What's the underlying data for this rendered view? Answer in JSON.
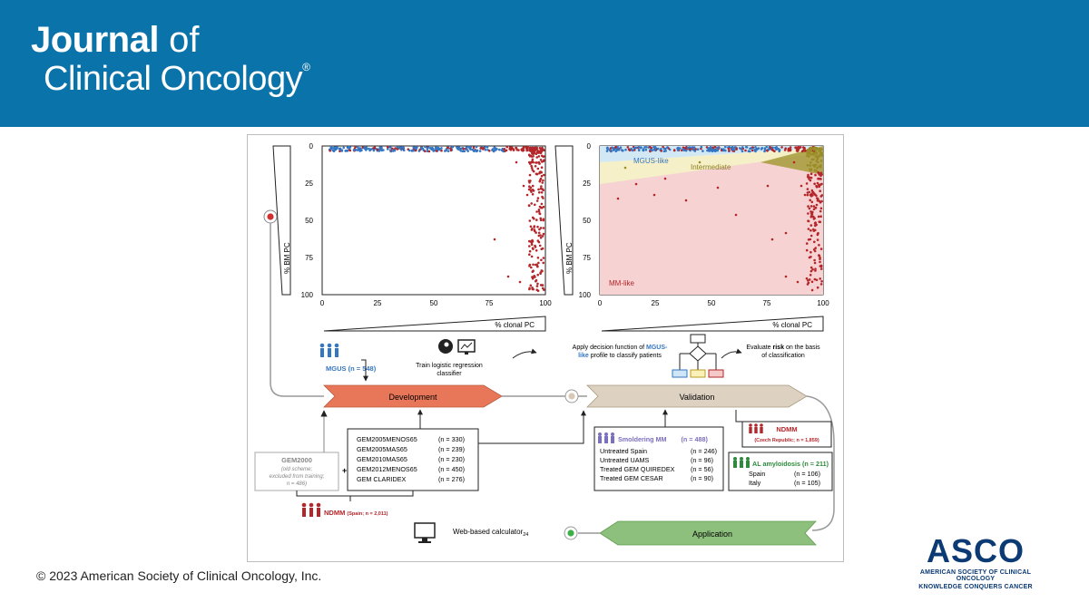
{
  "header": {
    "title_bold": "Journal",
    "title_of": "of",
    "title_line2": "Clinical Oncology",
    "reg_mark": "®",
    "bg_color": "#0a73a9"
  },
  "footer": {
    "copyright": "© 2023 American Society of Clinical Oncology, Inc.",
    "logo_text": "ASCO",
    "logo_line1": "AMERICAN SOCIETY OF CLINICAL ONCOLOGY",
    "logo_line2": "KNOWLEDGE CONQUERS CANCER"
  },
  "figure": {
    "plots": {
      "y_label": "% BM PC",
      "x_label": "% clonal PC",
      "y_ticks": [
        "0",
        "25",
        "50",
        "75",
        "100"
      ],
      "x_ticks": [
        "0",
        "25",
        "50",
        "75",
        "100"
      ],
      "region_mgus": "MGUS-like",
      "region_intermediate": "Intermediate",
      "region_mm": "MM-like"
    },
    "train_text_1": "Train logistic regression",
    "train_text_2": "classifier",
    "apply_text_1a": "Apply decision function of",
    "apply_text_1b": "MGUS-",
    "apply_text_2a": "like",
    "apply_text_2b": "profile to classify patients",
    "eval_text_1a": "Evaluate",
    "eval_text_1b": "risk",
    "eval_text_1c": "on the basis",
    "eval_text_2": "of classification",
    "mgus_cohort": "MGUS (n = 548)",
    "development": "Development",
    "validation": "Validation",
    "application": "Application",
    "gem2000": {
      "title": "GEM2000",
      "line1": "(old scheme;",
      "line2": "excluded from training;",
      "line3": "n = 486)"
    },
    "plus": "+",
    "dev_trials": [
      {
        "name": "GEM2005MENOS65",
        "n": "(n = 330)"
      },
      {
        "name": "GEM2005MAS65",
        "n": "(n = 239)"
      },
      {
        "name": "GEM2010MAS65",
        "n": "(n = 230)"
      },
      {
        "name": "GEM2012MENOS65",
        "n": "(n = 450)"
      },
      {
        "name": "GEM CLARIDEX",
        "n": "(n = 276)"
      }
    ],
    "ndmm_spain_a": "NDMM",
    "ndmm_spain_b": "(Spain; n = 2,011)",
    "smoldering": {
      "title_a": "Smoldering MM",
      "title_b": "(n = 488)",
      "rows": [
        {
          "name": "Untreated Spain",
          "n": "(n = 246)"
        },
        {
          "name": "Untreated UAMS",
          "n": "(n = 96)"
        },
        {
          "name": "Treated GEM QUIREDEX",
          "n": "(n = 56)"
        },
        {
          "name": "Treated GEM CESAR",
          "n": "(n = 90)"
        }
      ]
    },
    "ndmm_czech": {
      "title": "NDMM",
      "sub": "(Czech Republic; n = 1,859)"
    },
    "al": {
      "title_a": "AL amyloidosis",
      "title_b": "(n = 211)",
      "rows": [
        {
          "name": "Spain",
          "n": "(n = 106)"
        },
        {
          "name": "Italy",
          "n": "(n = 105)"
        }
      ]
    },
    "calculator_a": "Web-based calculator",
    "calculator_b": "24",
    "colors": {
      "development": "#e8775a",
      "validation": "#ddd2c2",
      "application": "#8cc07c",
      "mgus_blue": "#3576c2",
      "mm_red": "#b3262a",
      "intermediate": "#9a8c26",
      "al_green": "#2d8a3c",
      "smoldering_purple": "#7b6fc0"
    }
  }
}
